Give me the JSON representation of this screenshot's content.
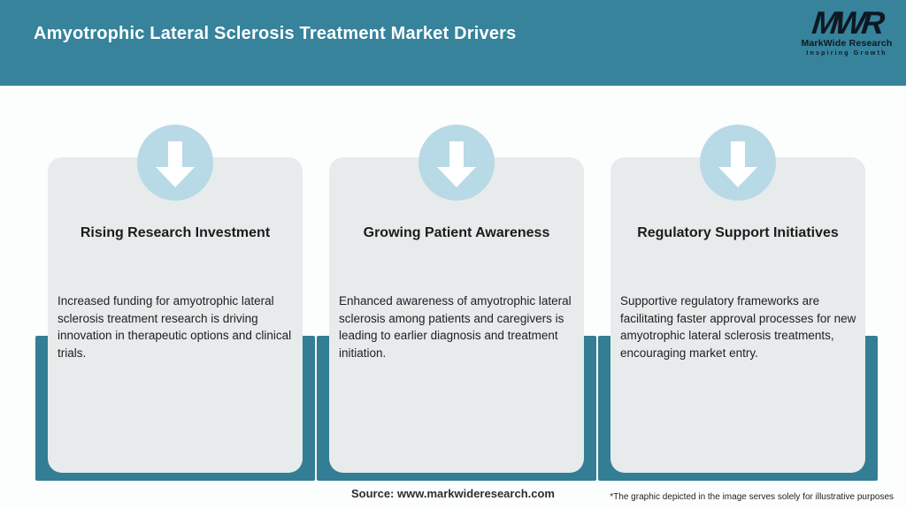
{
  "header": {
    "title": "Amyotrophic Lateral Sclerosis Treatment Market Drivers",
    "logo": {
      "monogram": "MWR",
      "name": "MarkWide Research",
      "tagline": "Inspiring Growth"
    }
  },
  "cards": [
    {
      "icon": "down-arrow-icon",
      "title": "Rising Research Investment",
      "description": "Increased funding for amyotrophic lateral sclerosis treatment research is driving innovation in therapeutic options and clinical trials."
    },
    {
      "icon": "down-arrow-icon",
      "title": "Growing Patient Awareness",
      "description": "Enhanced awareness of amyotrophic lateral sclerosis among patients and caregivers is leading to earlier diagnosis and treatment initiation."
    },
    {
      "icon": "down-arrow-icon",
      "title": "Regulatory Support Initiatives",
      "description": "Supportive regulatory frameworks are facilitating faster approval processes for new amyotrophic lateral sclerosis treatments, encouraging market entry."
    }
  ],
  "footer": {
    "source": "Source: www.markwideresearch.com",
    "disclaimer": "*The graphic depicted in the image serves solely for illustrative purposes"
  },
  "colors": {
    "header_teal": "#36839B",
    "backing_teal": "#337E94",
    "circle_blue": "#B8D9E6",
    "card_gray": "#E7EBEB",
    "title_white": "#FFFFFF",
    "text_dark": "#212121",
    "logo_dark": "#0E1822"
  }
}
